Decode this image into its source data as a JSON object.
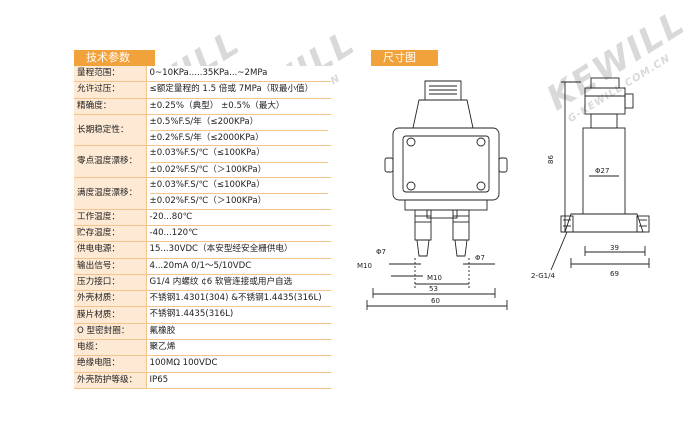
{
  "watermarks": [
    {
      "big": "KEWILL",
      "small": "G-KEWILL.COM.CN"
    },
    {
      "big": "KEWILL",
      "small": "G-KEWILL.COM.CN"
    },
    {
      "big": "KEWILL",
      "small": "G-KEWILL.COM.CN"
    }
  ],
  "specs": {
    "header": "技术参数",
    "rows": [
      {
        "label": "量程范围：",
        "values": [
          "0~10KPa.....35KPa...~2MPa"
        ]
      },
      {
        "label": "允许过压：",
        "values": [
          "≤额定量程的 1.5 倍或 7MPa（取最小值）"
        ]
      },
      {
        "label": "精确度：",
        "values": [
          "±0.25%（典型）    ±0.5%（最大）"
        ]
      },
      {
        "label": "长期稳定性：",
        "values": [
          "±0.5%F.S/年（≤200KPa）",
          "±0.2%F.S/年（≤2000KPa）"
        ]
      },
      {
        "label": "零点温度漂移：",
        "values": [
          "±0.03%F.S/℃（≤100KPa）",
          "±0.02%F.S/℃（＞100KPa）"
        ]
      },
      {
        "label": "满度温度漂移：",
        "values": [
          "±0.03%F.S/℃（≤100KPa）",
          "±0.02%F.S/℃（＞100KPa）"
        ]
      },
      {
        "label": "工作温度：",
        "values": [
          "-20...80℃"
        ]
      },
      {
        "label": "贮存温度：",
        "values": [
          "-40...120℃"
        ]
      },
      {
        "label": "供电电源：",
        "values": [
          "15...30VDC（本安型经安全栅供电）"
        ]
      },
      {
        "label": "输出信号：",
        "values": [
          "4...20mA    0/1～5/10VDC"
        ]
      },
      {
        "label": "压力接口：",
        "values": [
          "G1/4 内螺纹   ¢6 软管连接或用户自选"
        ]
      },
      {
        "label": "外壳材质：",
        "values": [
          "不锈钢1.4301(304) &不锈钢1.4435(316L)"
        ]
      },
      {
        "label": "膜片材质：",
        "values": [
          "不锈钢1.4435(316L)"
        ]
      },
      {
        "label": "O 型密封圈：",
        "values": [
          "氟橡胶"
        ]
      },
      {
        "label": "电缆：",
        "values": [
          "聚乙烯"
        ]
      },
      {
        "label": "绝缘电阻：",
        "values": [
          "100MΩ    100VDC"
        ]
      },
      {
        "label": "外壳防护等级：",
        "values": [
          "IP65"
        ]
      }
    ]
  },
  "dimensions": {
    "header": "尺寸图",
    "labels": {
      "phi7_left": "Φ7",
      "phi7_right": "Φ7",
      "m10_left": "M10",
      "m10_bottom": "M10",
      "d53": "53",
      "d60": "60",
      "d86": "86",
      "phi27": "Φ27",
      "d39": "39",
      "d69": "69",
      "g14": "2-G1/4"
    }
  }
}
